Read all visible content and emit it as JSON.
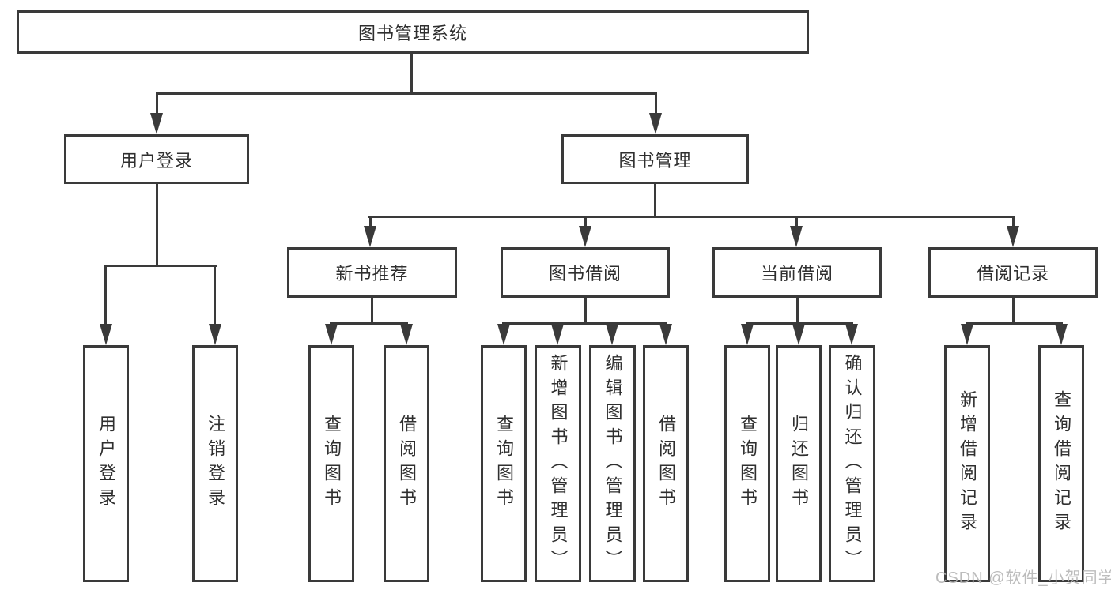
{
  "nodes": {
    "root": "图书管理系统",
    "level2": [
      "用户登录",
      "图书管理"
    ],
    "level3": [
      "新书推荐",
      "图书借阅",
      "当前借阅",
      "借阅记录"
    ],
    "leaves_user_login": [
      "用户登录",
      "注销登录"
    ],
    "leaves_new_book": [
      "查询图书",
      "借阅图书"
    ],
    "leaves_book_borrow": [
      "查询图书",
      "新增图书（管理员）",
      "编辑图书（管理员）",
      "借阅图书"
    ],
    "leaves_current_borrow": [
      "查询图书",
      "归还图书",
      "确认归还（管理员）"
    ],
    "leaves_borrow_record": [
      "新增借阅记录",
      "查询借阅记录"
    ]
  },
  "watermark": "CSDN @软件_小贺同学",
  "colors": {
    "line": "#3a3a3a",
    "text": "#2f2f2f",
    "background": "#ffffff",
    "watermark": "#b5b5b5"
  }
}
